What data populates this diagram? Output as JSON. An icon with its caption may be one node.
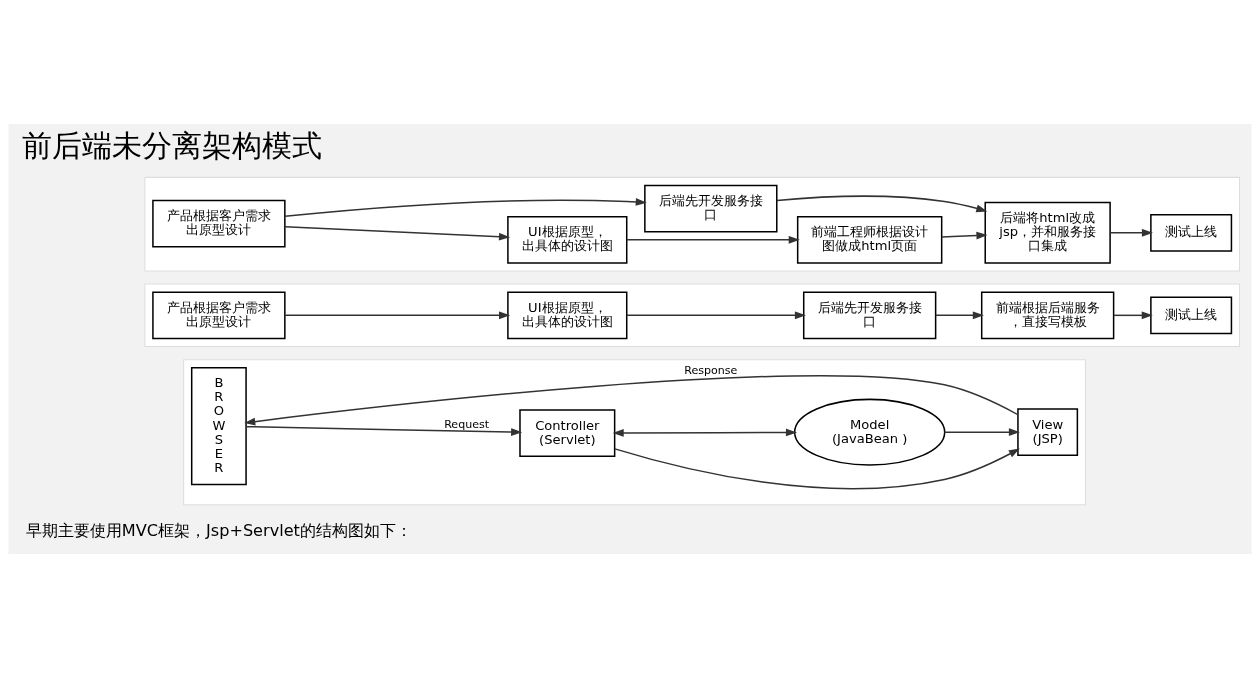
{
  "diagram": {
    "title": "前后端未分离架构模式",
    "nodes": [
      {
        "text": [],
        "shape": "box"
      },
      {
        "text": [
          "BROWSER"
        ],
        "in": 0
      },
      {
        "text": [
          "Controller (Servlet)"
        ],
        "in": 0
      },
      {
        "text": [
          "View (JSP)"
        ],
        "in": 0
      },
      {
        "text": [
          "Model (JavaBean )"
        ],
        "in": 0
      },
      {
        "text": [],
        "shape": "box"
      },
      {
        "text": [
          "产品根据客户需求出原型设计"
        ],
        "in": 5
      },
      {
        "text": [
          "UI根据原型，出具体的设计图"
        ],
        "in": 5
      },
      {
        "text": [
          "后端先开发服务接口"
        ],
        "in": 5
      },
      {
        "text": [
          "测试上线"
        ],
        "in": 5
      },
      {
        "text": [
          "前端根据后端服务，直接写模板"
        ],
        "in": 5
      },
      {
        "text": [],
        "shape": "box"
      },
      {
        "text": [
          "产品根据客户需求出原型设计"
        ],
        "in": 11
      },
      {
        "text": [
          "UI根据原型，出具体的设计图"
        ],
        "in": 11
      },
      {
        "text": [
          "前端工程师根据设计图做成html页面"
        ],
        "in": 11
      },
      {
        "text": [
          "后端将html改成jsp，并和服务接口集成"
        ],
        "in": 11
      },
      {
        "text": [
          "后端先开发服务接口"
        ],
        "in": 11
      },
      {
        "text": [
          "测试上线"
        ],
        "in": 11
      }
    ],
    "edges": [
      {
        "from": 1,
        "to": 2,
        "arrow": "to",
        "label": "Request"
      },
      {
        "from": 2,
        "to": 3,
        "arrow": "to"
      },
      {
        "from": 2,
        "to": 4,
        "arrow": "both"
      },
      {
        "from": 4,
        "to": 3,
        "arrow": "to"
      },
      {
        "from": 3,
        "to": 1,
        "arrow": "to",
        "label": "Response"
      },
      {
        "from": 6,
        "to": 7,
        "arrow": "to"
      },
      {
        "from": 7,
        "to": 8,
        "arrow": "to"
      },
      {
        "from": 8,
        "to": 10,
        "arrow": "to"
      },
      {
        "from": 10,
        "to": 9,
        "arrow": "to"
      },
      {
        "from": 12,
        "to": 13,
        "arrow": "to"
      },
      {
        "from": 13,
        "to": 14,
        "arrow": "to"
      },
      {
        "from": 14,
        "to": 15,
        "arrow": "to"
      },
      {
        "from": 12,
        "to": 16,
        "arrow": "to"
      },
      {
        "from": 16,
        "to": 15,
        "arrow": "to"
      },
      {
        "from": 15,
        "to": 17,
        "arrow": "to"
      }
    ],
    "labels": [
      "早期主要使用MVC框架，Jsp+Servlet的结构图如下："
    ]
  }
}
